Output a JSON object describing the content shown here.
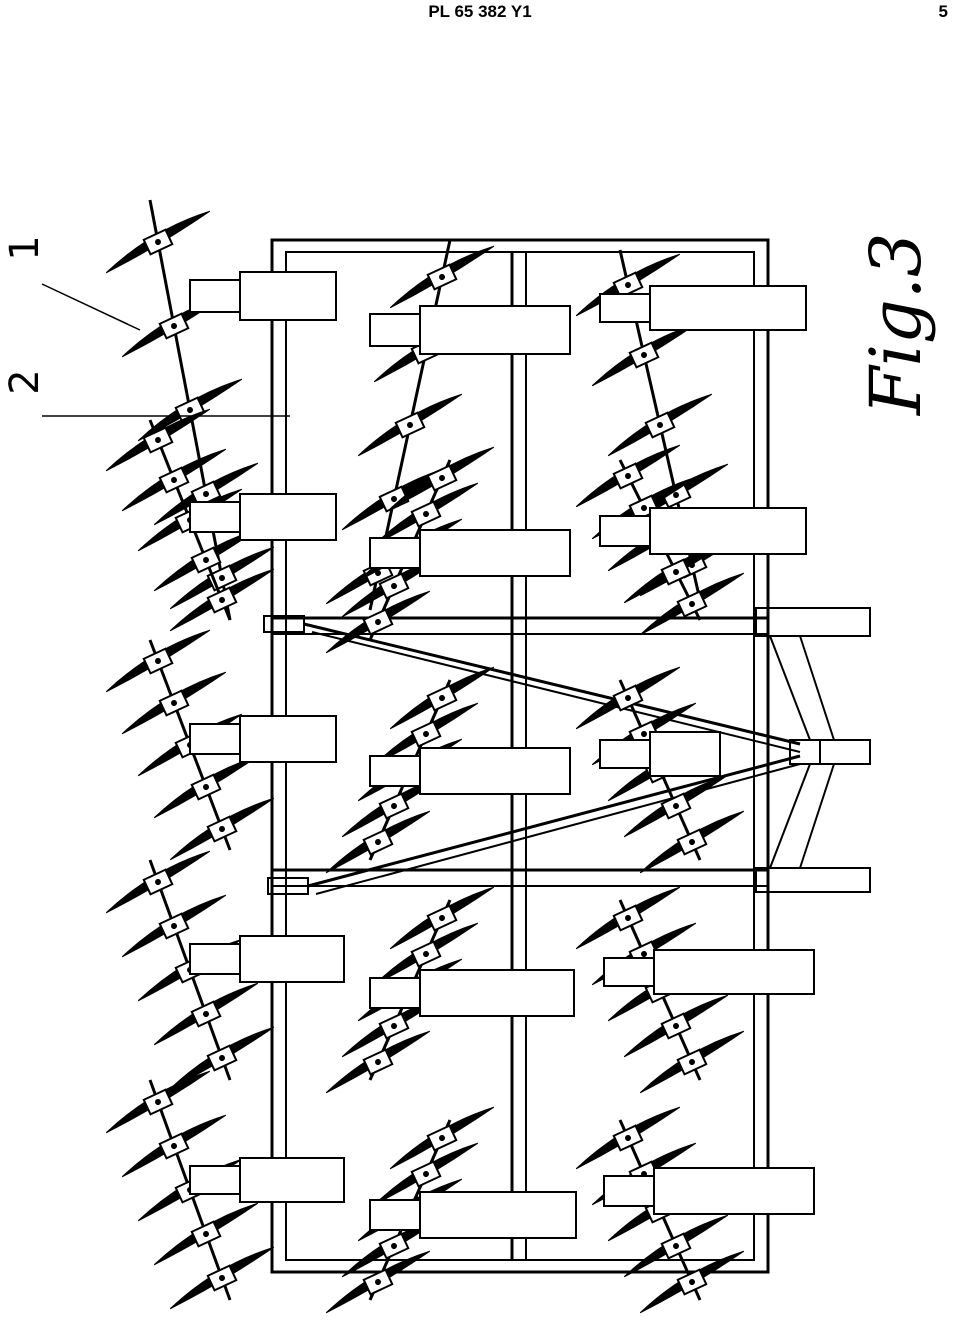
{
  "header": {
    "document_id": "PL 65 382 Y1",
    "page_number": "5"
  },
  "figure": {
    "label": "Fig.3",
    "reference_numerals": [
      "1",
      "2"
    ]
  }
}
